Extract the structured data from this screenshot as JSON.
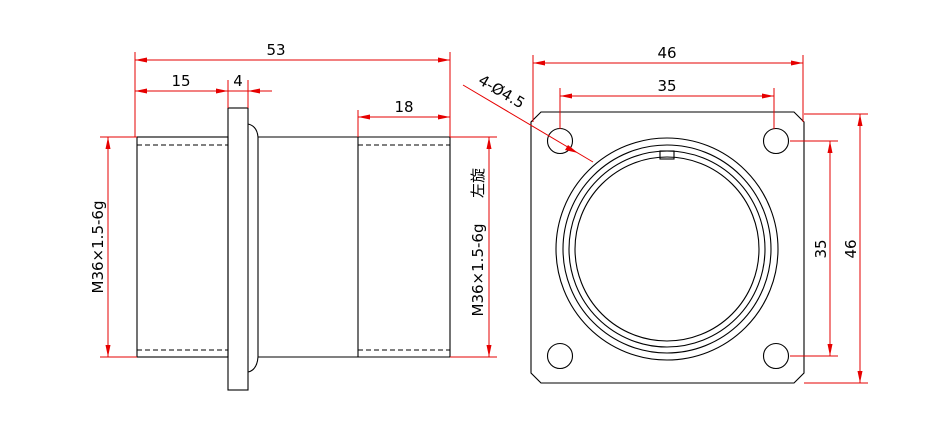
{
  "colors": {
    "outline": "#000000",
    "dimension": "#e60000",
    "background": "#ffffff"
  },
  "side_view": {
    "dim_total_length": "53",
    "dim_front_length": "15",
    "dim_flange_thickness": "4",
    "dim_rear_thread_length": "18",
    "dim_front_thread": "M36×1.5-6g",
    "dim_rear_thread": "M36×1.5-6g",
    "note_left_hand": "左旋"
  },
  "front_view": {
    "dim_flange_width": "46",
    "dim_hole_spacing_x": "35",
    "dim_hole_spacing_y": "35",
    "dim_flange_height": "46",
    "dim_holes": "4-Ø4.5"
  }
}
